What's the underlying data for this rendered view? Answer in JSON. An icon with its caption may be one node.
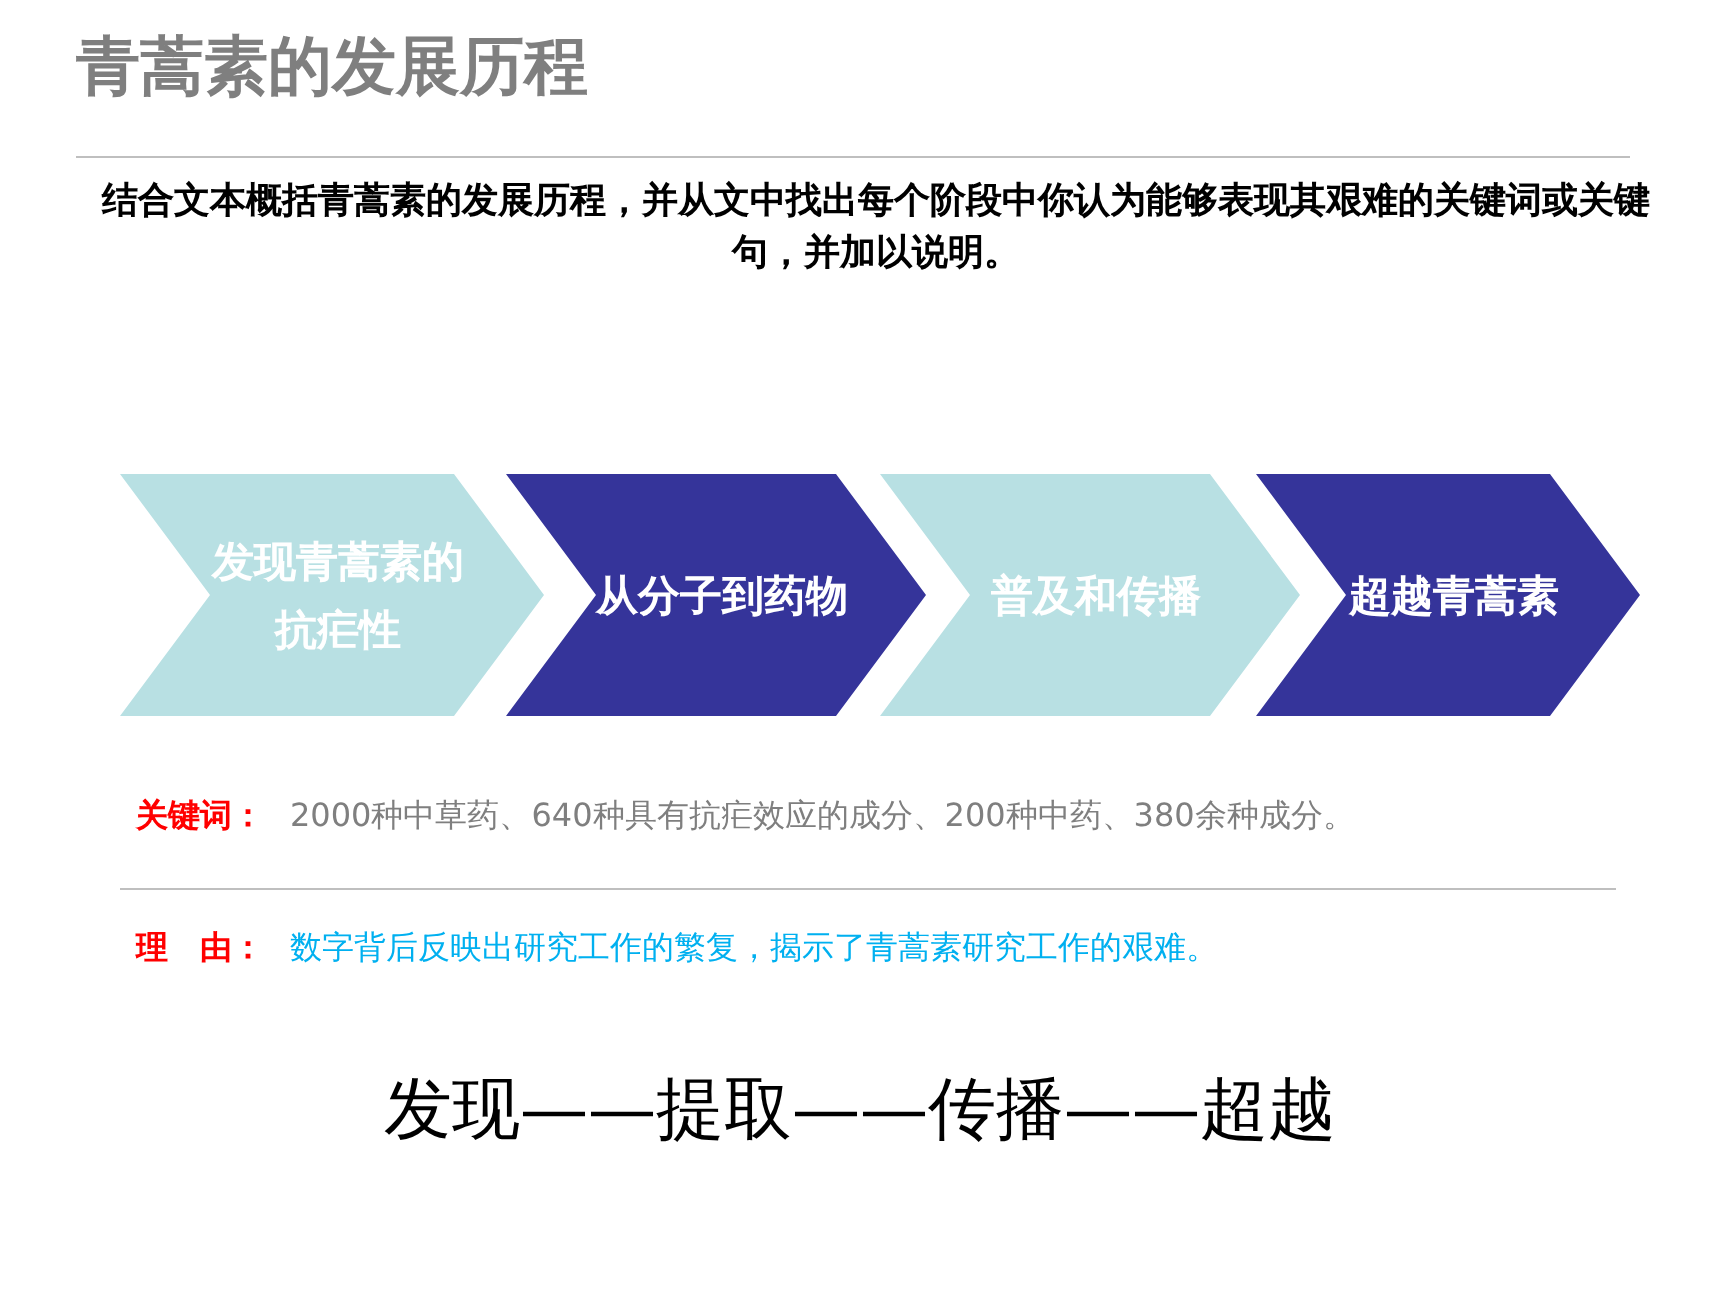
{
  "diagram": {
    "title": "青蒿素的发展历程",
    "nodes": [
      {
        "text": [
          "发现青蒿素的抗疟性"
        ]
      },
      {
        "text": [
          "从分子到药物"
        ]
      },
      {
        "text": [
          "普及和传播"
        ]
      },
      {
        "text": [
          "超越青蒿素"
        ]
      }
    ],
    "labels": [
      "结合文本概括青蒿素的发展历程，并从文中找出每个阶段中你认为能够表现其艰难的关键词或关键句，并加以说明。",
      "关键词：",
      "2000种中草药、640种具有抗疟效应的成分、200种中药、380余种成分。",
      "理　由：",
      "数字背后反映出研究工作的繁复，揭示了青蒿素研究工作的艰难。",
      "发现——提取——传播——超越"
    ]
  }
}
